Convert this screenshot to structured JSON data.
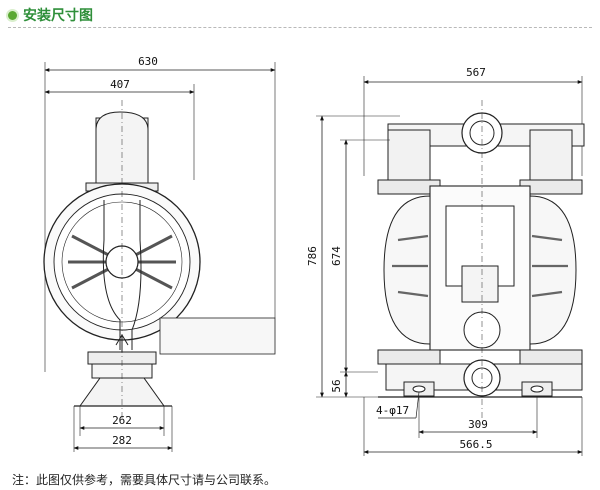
{
  "header": {
    "title": "安装尺寸图",
    "accent": "#5aa832"
  },
  "left_view": {
    "dims": {
      "overall_width": "630",
      "body_width": "407",
      "base_width": "262",
      "foot_width": "282"
    }
  },
  "right_view": {
    "dims": {
      "overall_width": "567",
      "total_height": "786",
      "body_height": "674",
      "base_height": "56",
      "hole_spec": "4-φ17",
      "bolt_spacing": "309",
      "foot_width": "566.5"
    }
  },
  "footer": {
    "note": "注：此图仅供参考，需要具体尺寸请与公司联系。"
  }
}
